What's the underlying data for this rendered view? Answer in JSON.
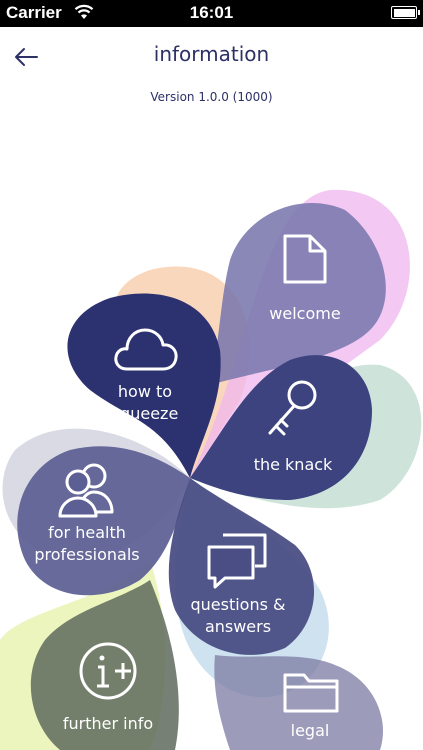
{
  "status_bar": {
    "carrier": "Carrier",
    "time": "16:01"
  },
  "nav": {
    "title": "information"
  },
  "version": "Version 1.0.0 (1000)",
  "menu": {
    "welcome": "welcome",
    "how_to_squeeze_line1": "how to",
    "how_to_squeeze_line2": "squeeze",
    "the_knack": "the knack",
    "for_health_professionals_line1": "for health",
    "for_health_professionals_line2": "professionals",
    "questions_answers_line1": "questions &",
    "questions_answers_line2": "answers",
    "further_info": "further info",
    "legal": "legal"
  },
  "colors": {
    "dark_navy": "#2c3270",
    "navy": "#3c437f",
    "slate": "#5c5f93",
    "grey_purple": "#7a78ad",
    "olive_grey": "#5e6a5c",
    "peach": "#f7c9a6",
    "pink": "#efb6ee",
    "mint": "#b9d9cc",
    "light_blue": "#b9d5ea",
    "lime": "#e9f3b2",
    "lavender_grey": "#c9cad9"
  }
}
